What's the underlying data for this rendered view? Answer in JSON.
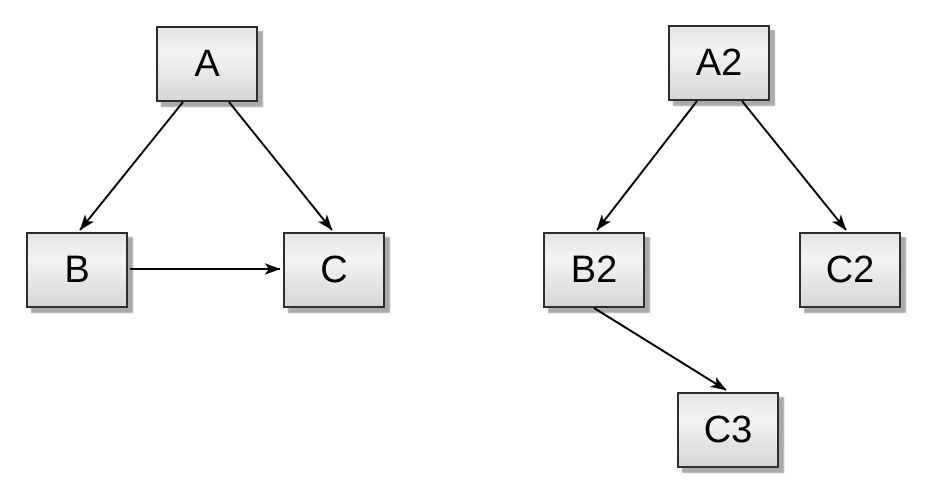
{
  "page": {
    "background_color": "#ffffff"
  },
  "diagram": {
    "type": "directed-graph",
    "style": {
      "node_fill_top": "#e4e4e4",
      "node_fill_mid": "#f4f4f4",
      "node_fill_bottom": "#d6d6d6",
      "node_border_color": "#2d2d2d",
      "node_shadow_color": "#aaaaaa",
      "edge_color": "#000000",
      "label_color": "#000000"
    },
    "graphs": [
      {
        "id": "left-graph",
        "nodes": [
          {
            "id": "A",
            "label": "A"
          },
          {
            "id": "B",
            "label": "B"
          },
          {
            "id": "C",
            "label": "C"
          }
        ],
        "edges": [
          {
            "from": "A",
            "to": "B"
          },
          {
            "from": "A",
            "to": "C"
          },
          {
            "from": "B",
            "to": "C"
          }
        ]
      },
      {
        "id": "right-graph",
        "nodes": [
          {
            "id": "A2",
            "label": "A2"
          },
          {
            "id": "B2",
            "label": "B2"
          },
          {
            "id": "C2",
            "label": "C2"
          },
          {
            "id": "C3",
            "label": "C3"
          }
        ],
        "edges": [
          {
            "from": "A2",
            "to": "B2"
          },
          {
            "from": "A2",
            "to": "C2"
          },
          {
            "from": "B2",
            "to": "C3"
          }
        ]
      }
    ]
  }
}
